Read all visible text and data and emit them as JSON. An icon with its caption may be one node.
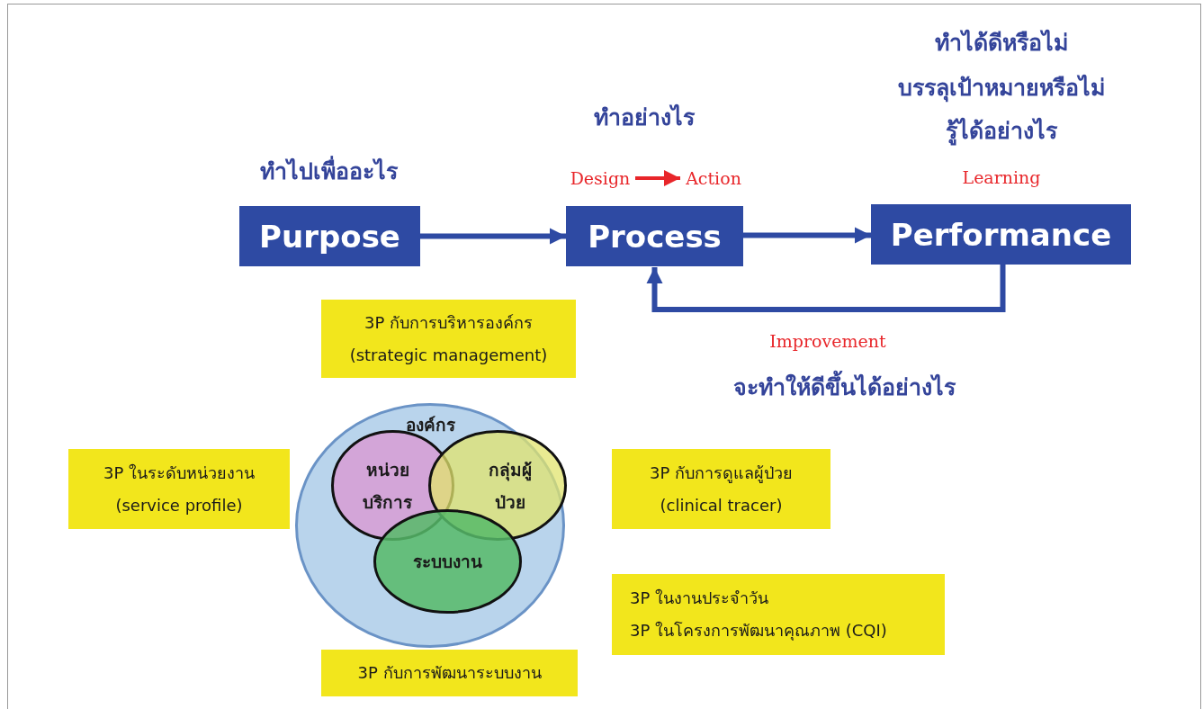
{
  "diagram": {
    "nodes": [
      {
        "text": [
          "Design"
        ]
      },
      {
        "text": [
          "Action"
        ]
      },
      {
        "text": [
          "Purpose"
        ],
        "beside": [
          "ทำไปเพื่ออะไร"
        ]
      },
      {
        "text": [
          "Process"
        ]
      },
      {
        "text": [
          "Performance"
        ],
        "beside": [
          "ทำได้ดีหรือไม่",
          "บรรลุเป้าหมายหรือไม่",
          "รู้ได้อย่างไร",
          "Learning"
        ]
      },
      {
        "text": [
          "3P กับการบริหารองค์กร",
          "(strategic management)"
        ]
      },
      {
        "text": [
          "องค์กร"
        ]
      },
      {
        "text": [
          "หน่วยบริการ"
        ],
        "in": 6
      },
      {
        "text": [
          "กลุ่มผู้ป่วย"
        ],
        "in": 6
      },
      {
        "text": [
          "ระบบงาน"
        ],
        "in": 6
      },
      {
        "text": [
          "3P ในระดับหน่วยงาน",
          "(service profile)"
        ]
      },
      {
        "text": [
          "3P กับการดูแลผู้ป่วย",
          "(clinical tracer)"
        ]
      },
      {
        "text": [
          "3P ในงานประจำวัน",
          "3P ในโครงการพัฒนาคุณภาพ (CQI)"
        ]
      },
      {
        "text": [
          "3P กับการพัฒนาระบบงาน"
        ]
      }
    ],
    "edges": [
      {
        "from": 0,
        "to": 1,
        "arrow": "to",
        "color": "#e8262a"
      },
      {
        "from": 2,
        "to": 3,
        "arrow": "to"
      },
      {
        "from": 3,
        "to": 4,
        "arrow": "to"
      },
      {
        "from": 4,
        "to": 3,
        "arrow": "to"
      }
    ],
    "labels": [
      "ทำอย่างไร",
      "Improvement",
      "จะทำให้ดีขึ้นได้อย่างไร"
    ]
  }
}
